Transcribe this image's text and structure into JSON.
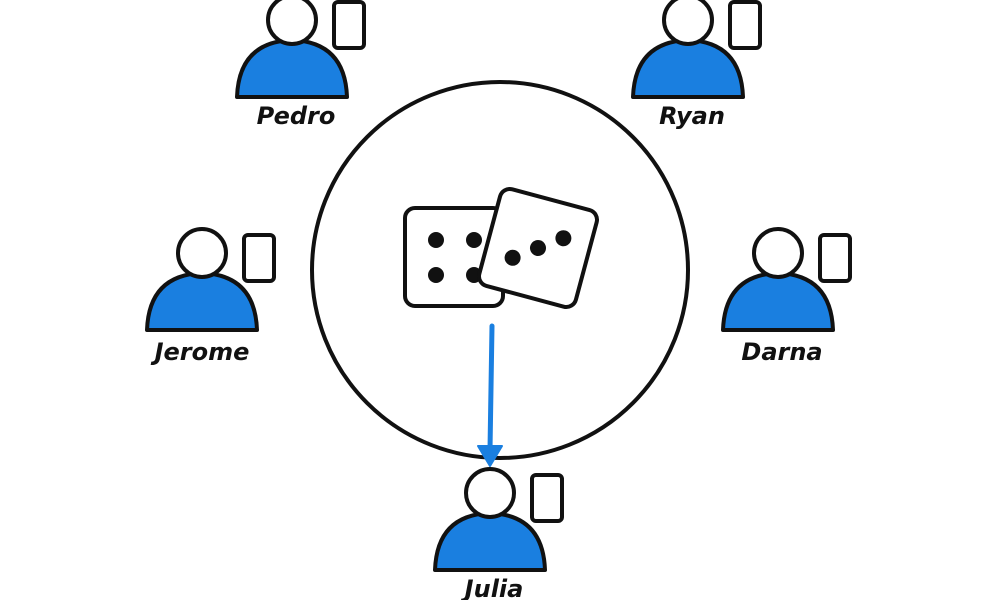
{
  "players": [
    {
      "name": "Pedro"
    },
    {
      "name": "Ryan"
    },
    {
      "name": "Jerome"
    },
    {
      "name": "Darna"
    },
    {
      "name": "Julia"
    }
  ],
  "colors": {
    "person_fill": "#1a7fe0",
    "outline": "#111111",
    "arrow": "#1a7fe0",
    "background": "#ffffff"
  },
  "icons": {
    "center": "dice-icon",
    "player": "person-icon",
    "card": "card-icon"
  }
}
